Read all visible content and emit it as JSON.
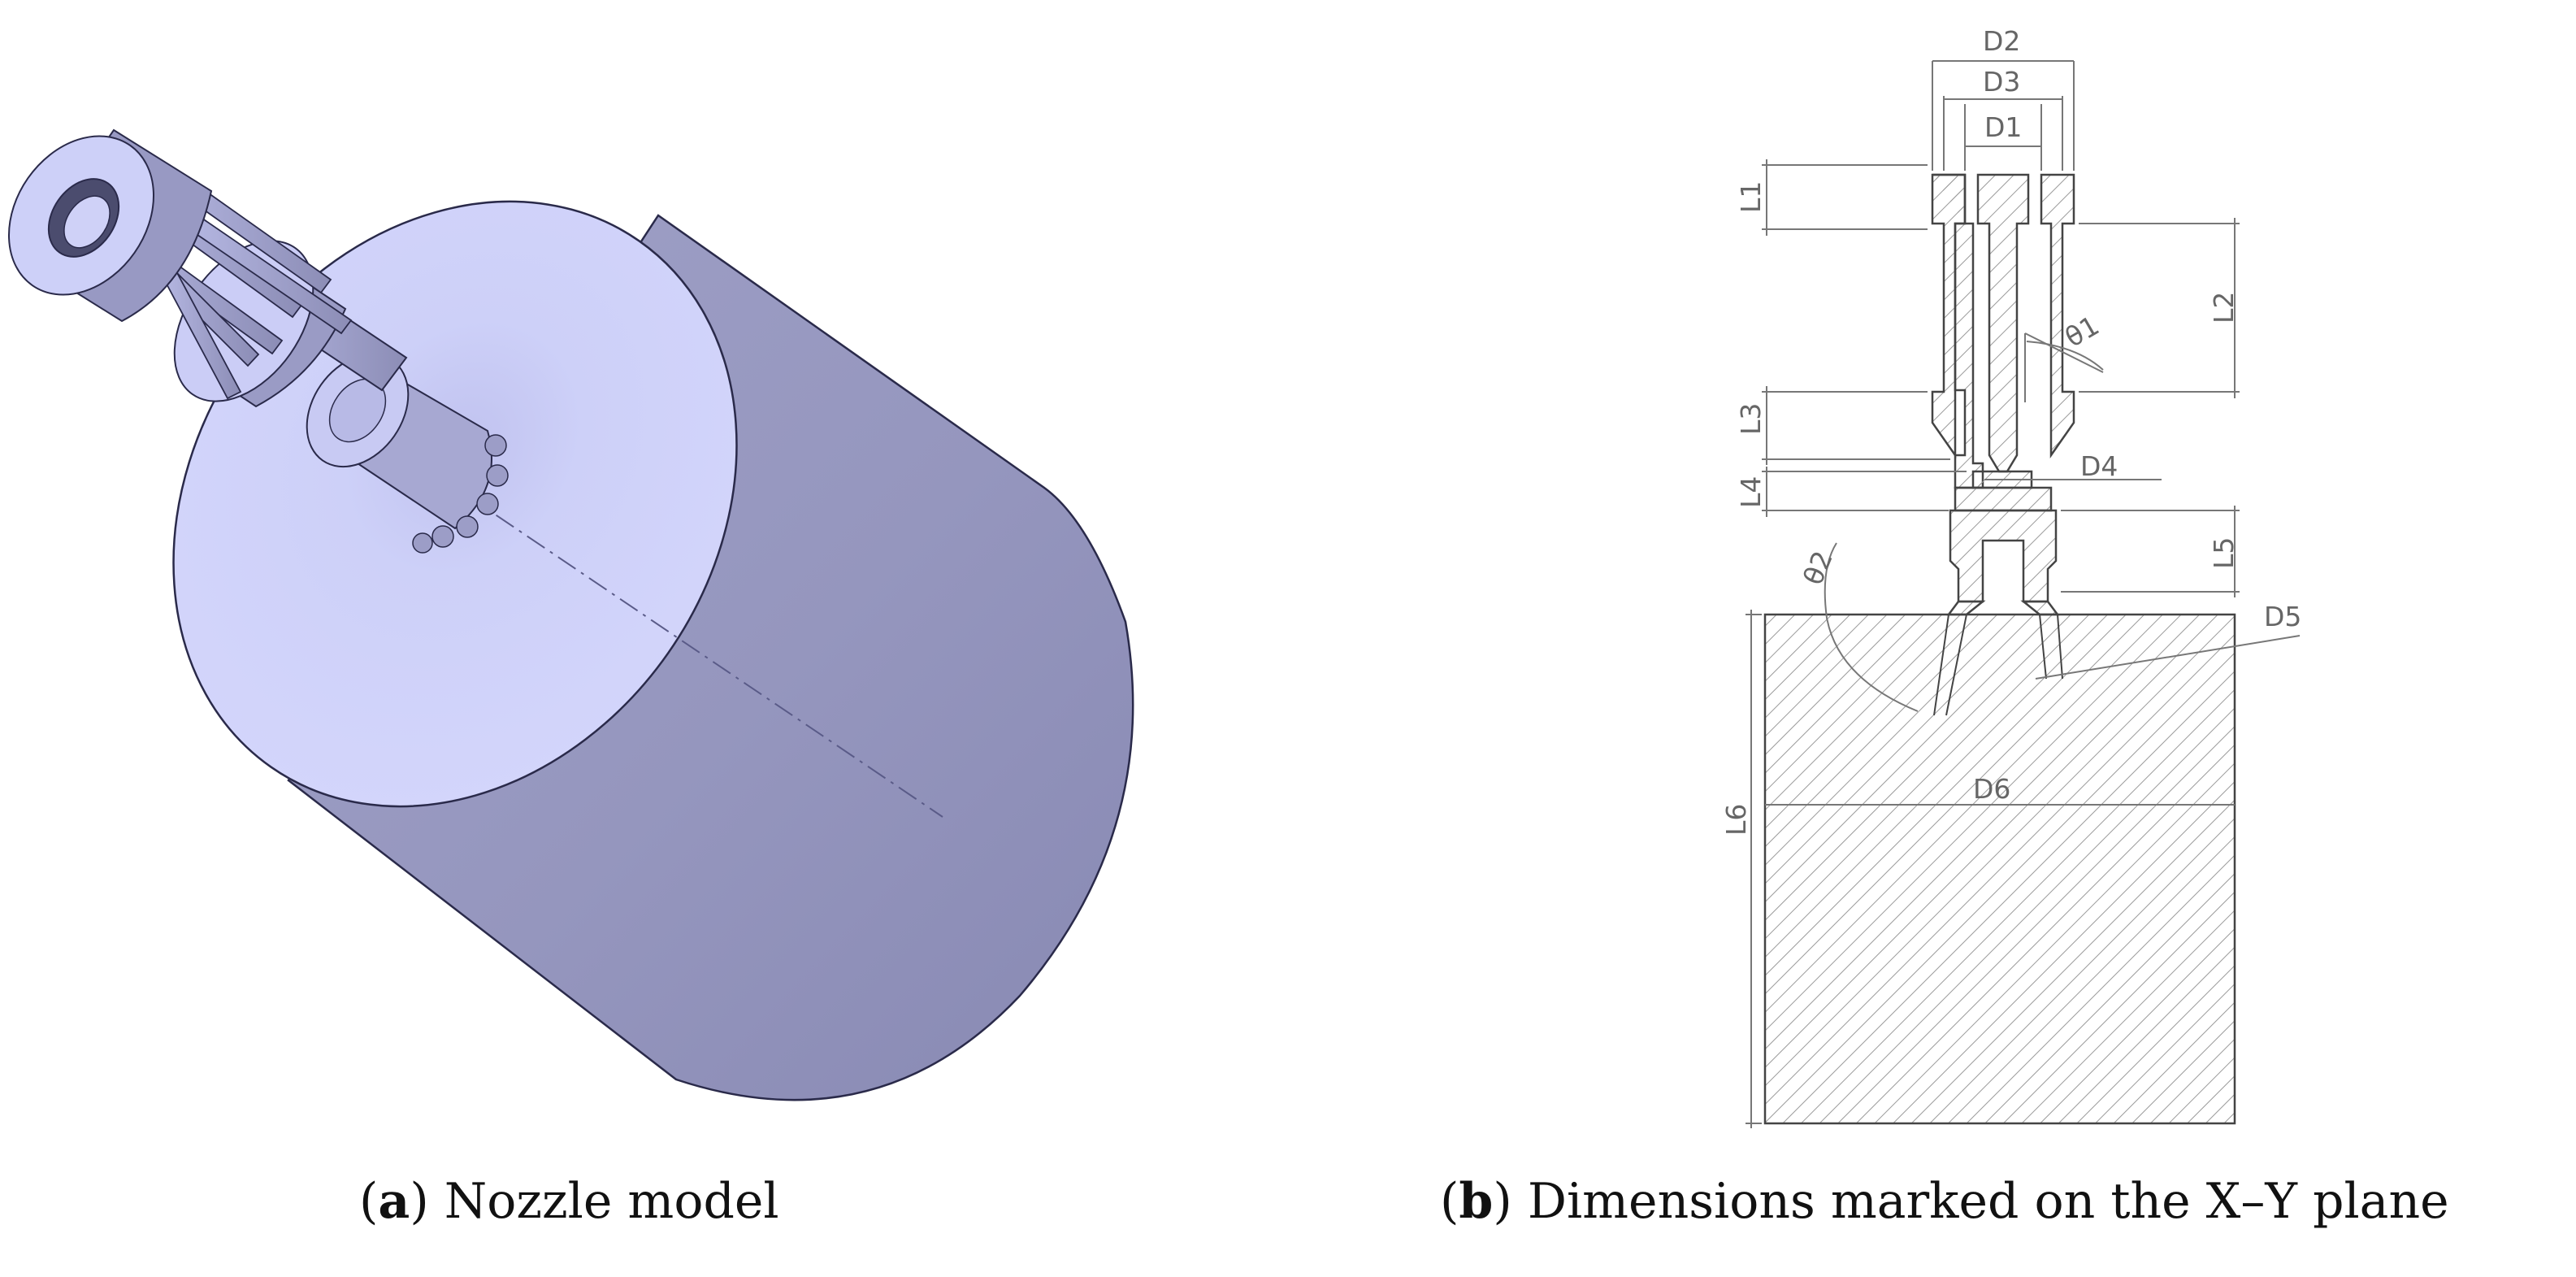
{
  "captions": {
    "a": {
      "open": "(",
      "letter": "a",
      "close": ")",
      "text": " Nozzle model"
    },
    "b": {
      "open": "(",
      "letter": "b",
      "close": ")",
      "text": " Dimensions marked on the X–Y plane"
    }
  },
  "dimensions": {
    "d1": "D1",
    "d2": "D2",
    "d3": "D3",
    "d4": "D4",
    "d5": "D5",
    "d6": "D6",
    "l1": "L1",
    "l2": "L2",
    "l3": "L3",
    "l4": "L4",
    "l5": "L5",
    "l6": "L6",
    "theta1": "θ1",
    "theta2": "θ2"
  },
  "colors": {
    "model_face": "#cfd1f7",
    "model_side": "#9697bf",
    "model_outline": "#2a2a4a",
    "drawing_line": "#444444",
    "dimension_line": "#777777",
    "hatch": "#999999"
  }
}
